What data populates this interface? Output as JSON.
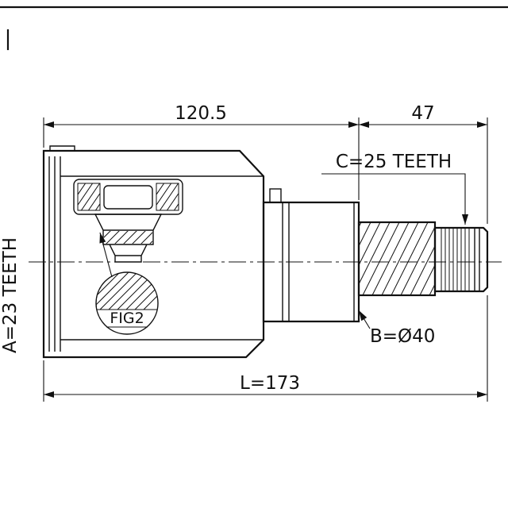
{
  "drawing": {
    "title": "cv-joint-technical-drawing",
    "dim_width_housing": "120.5",
    "dim_width_spline": "47",
    "dim_overall_length": "L=173",
    "label_outer_spline": "C=25 TEETH",
    "label_inner_spline": "A=23 TEETH",
    "label_diameter": "B=Ø40",
    "label_figure": "FIG2",
    "line_color": "#111111",
    "background_color": "#ffffff"
  }
}
